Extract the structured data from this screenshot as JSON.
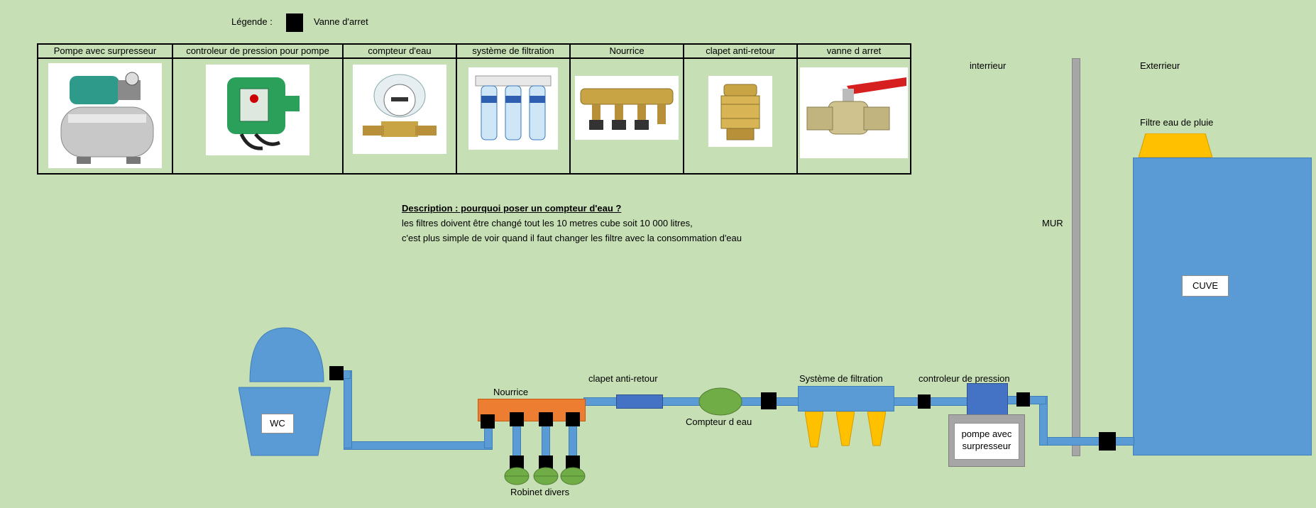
{
  "legend": {
    "label": "Légende :",
    "valve_label": "Vanne d'arret"
  },
  "products": [
    {
      "header": "Pompe avec surpresseur",
      "icon": "pump-booster-photo"
    },
    {
      "header": "controleur de pression pour pompe",
      "icon": "pressure-controller-photo"
    },
    {
      "header": "compteur d'eau",
      "icon": "water-meter-photo"
    },
    {
      "header": "système de filtration",
      "icon": "filtration-system-photo"
    },
    {
      "header": "Nourrice",
      "icon": "manifold-photo"
    },
    {
      "header": "clapet anti-retour",
      "icon": "check-valve-photo"
    },
    {
      "header": "vanne d arret",
      "icon": "ball-valve-photo"
    }
  ],
  "description": {
    "heading": "Description : pourquoi poser un compteur d'eau ?",
    "line1": "les filtres doivent être changé tout les 10 metres cube soit 10 000 litres,",
    "line2": "c'est plus simple de voir quand il faut changer les filtre avec la consommation d'eau"
  },
  "diagram": {
    "interieur": "interrieur",
    "exterieur": "Exterrieur",
    "mur": "MUR",
    "filtre_pluie": "Filtre eau de pluie",
    "cuve": "CUVE",
    "wc": "WC",
    "nourrice": "Nourrice",
    "robinets": "Robinet divers",
    "clapet": "clapet anti-retour",
    "compteur": "Compteur d eau",
    "filtration": "Système de filtration",
    "controleur": "controleur de pression",
    "pompe": "pompe avec surpresseur"
  },
  "colors": {
    "background": "#c6dfb4",
    "pipe": "#5b9bd5",
    "manifold": "#ed7d31",
    "valve": "#000000",
    "filter_cartridge": "#ffc000",
    "meter": "#70ad47",
    "wall": "#a6a6a6"
  }
}
